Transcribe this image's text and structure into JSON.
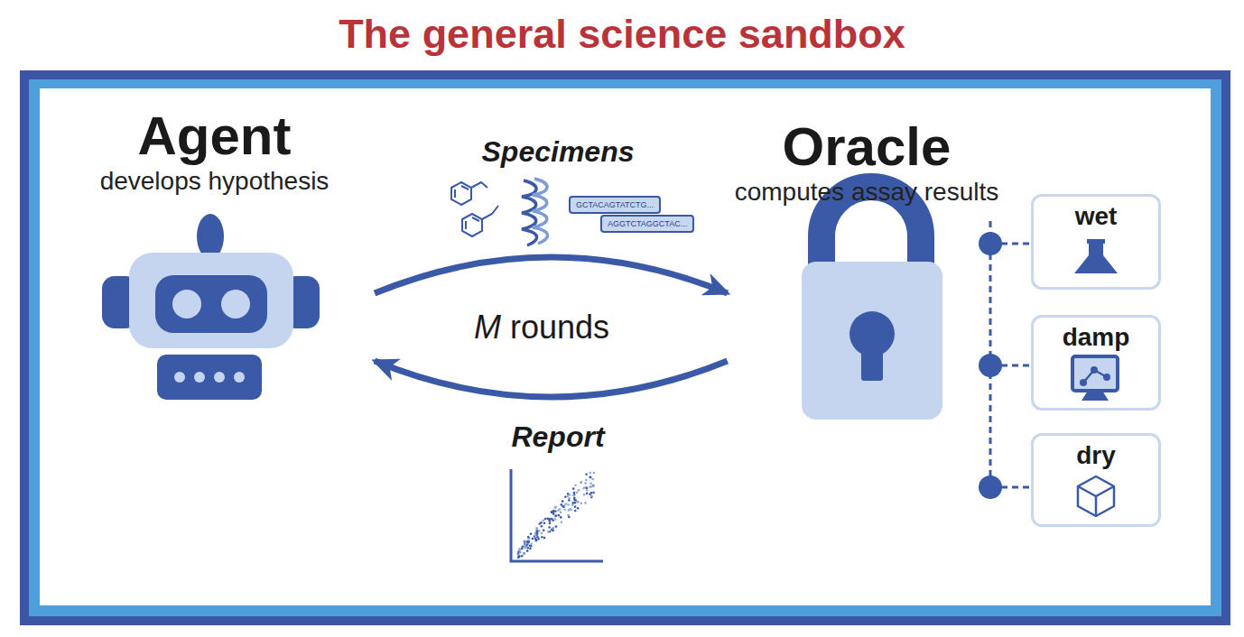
{
  "diagram": {
    "title": "The general science sandbox",
    "nodes": [
      {
        "text": [
          "Agent",
          "develops hypothesis"
        ]
      },
      {
        "text": [
          "Oracle",
          "computes assay results"
        ]
      },
      {
        "text": [
          "wet"
        ]
      },
      {
        "text": [
          "damp"
        ]
      },
      {
        "text": [
          "dry"
        ]
      }
    ],
    "edges": [
      {
        "from": 0,
        "to": 1,
        "label": "Specimens",
        "arrow": "to"
      },
      {
        "from": 1,
        "to": 0,
        "label": "Report",
        "arrow": "to"
      }
    ],
    "labels": [
      "M rounds",
      "GCTACAGTATCTG...",
      "AGGTCTAGGCTAC..."
    ]
  }
}
